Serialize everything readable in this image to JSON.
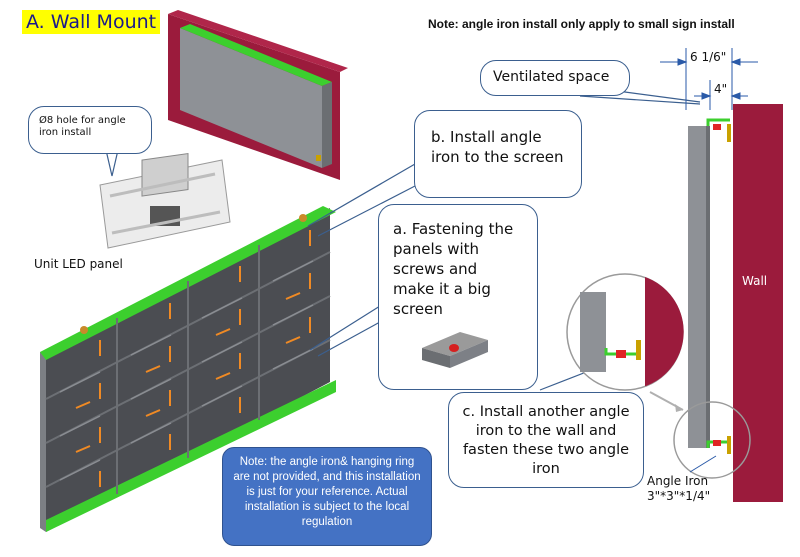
{
  "title": "A. Wall Mount",
  "note_top": "Note: angle iron install only apply to small sign install",
  "callouts": {
    "hole": "Ø8 hole for angle iron install",
    "b": "b. Install angle iron to the screen",
    "a": "a. Fastening the panels with screws and make it a big screen",
    "c": "c. Install another angle iron to the wall and fasten these two angle iron",
    "ventilated": "Ventilated space"
  },
  "labels": {
    "unit_panel": "Unit LED panel",
    "dim_outer": "6 1/6\"",
    "dim_inner": "4\"",
    "wall": "Wall",
    "angle_iron_line1": "Angle Iron",
    "angle_iron_line2": "3\"*3\"*1/4\""
  },
  "note_box": "Note: the angle iron& hanging ring are not provided, and this installation is just for your reference. Actual installation is subject to the local regulation",
  "colors": {
    "wall": "#9b1b3c",
    "screen_gray": "#8e9196",
    "angle_iron_green": "#3ccf2e",
    "arrow_orange": "#f08a24",
    "title_bg": "#ffff00",
    "note_bg": "#4472c4",
    "callout_border": "#3b5f8f"
  }
}
